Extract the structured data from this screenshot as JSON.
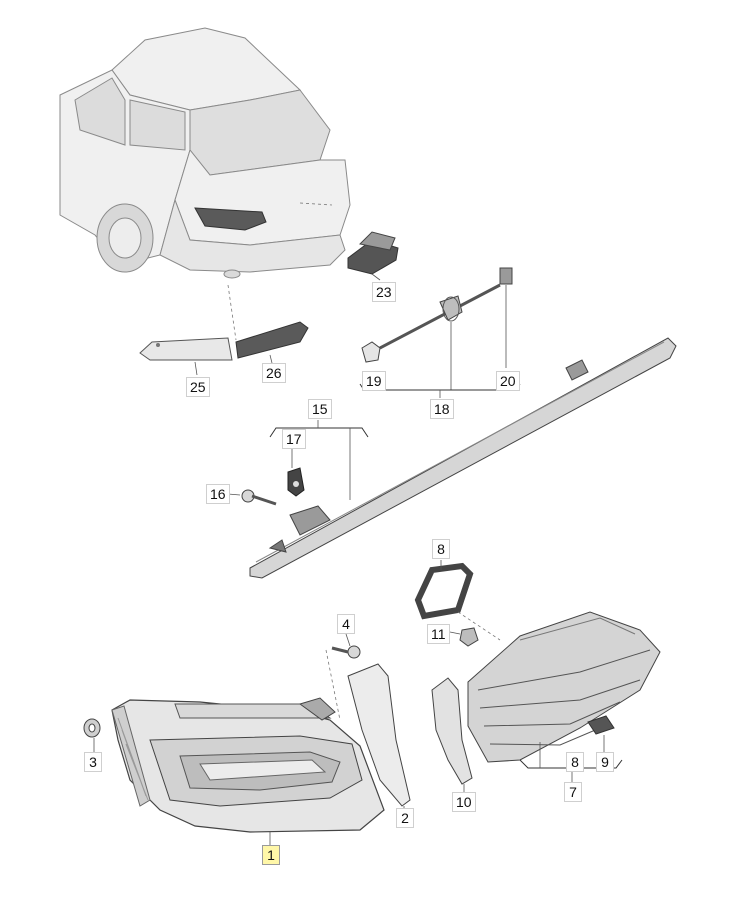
{
  "callouts": [
    {
      "id": "1",
      "text": "1"
    },
    {
      "id": "2",
      "text": "2"
    },
    {
      "id": "3",
      "text": "3"
    },
    {
      "id": "4",
      "text": "4"
    },
    {
      "id": "7",
      "text": "7"
    },
    {
      "id": "8a",
      "text": "8"
    },
    {
      "id": "8b",
      "text": "8"
    },
    {
      "id": "9",
      "text": "9"
    },
    {
      "id": "10",
      "text": "10"
    },
    {
      "id": "11",
      "text": "11"
    },
    {
      "id": "15",
      "text": "15"
    },
    {
      "id": "16",
      "text": "16"
    },
    {
      "id": "17",
      "text": "17"
    },
    {
      "id": "18",
      "text": "18"
    },
    {
      "id": "19",
      "text": "19"
    },
    {
      "id": "20",
      "text": "20"
    },
    {
      "id": "23",
      "text": "23"
    },
    {
      "id": "25",
      "text": "25"
    },
    {
      "id": "26",
      "text": "26"
    }
  ],
  "colors": {
    "part_fill": "#ececec",
    "part_stroke": "#555555",
    "dark_fill": "#5a5a5a",
    "highlight": "#fff7a8"
  },
  "selected_part": "1"
}
